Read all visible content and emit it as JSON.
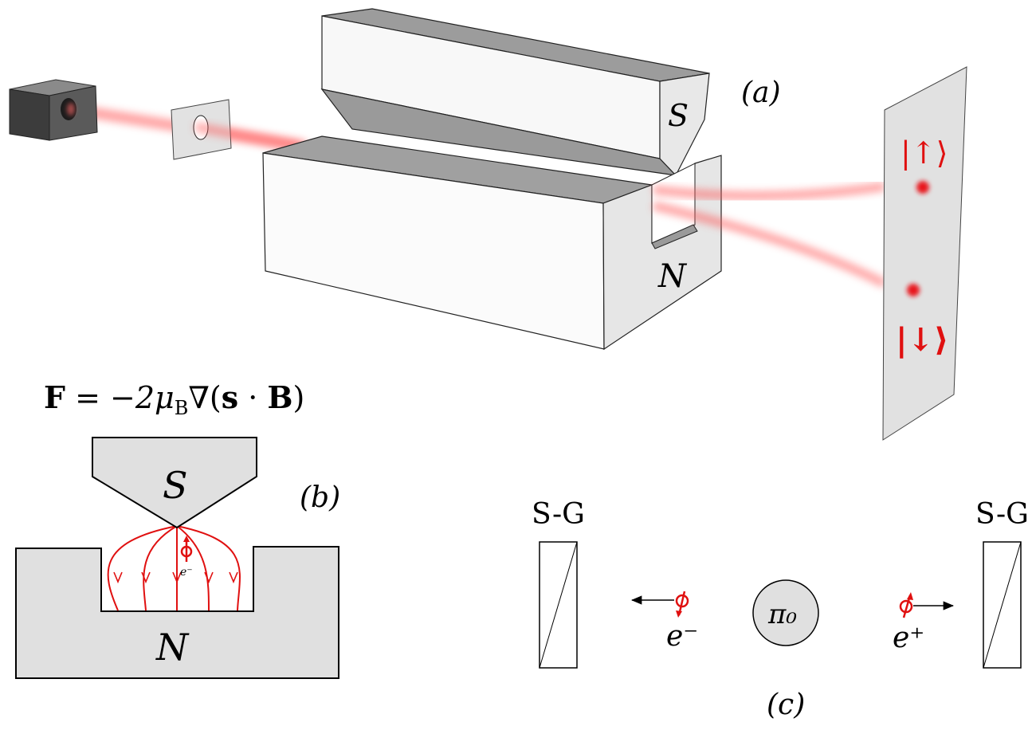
{
  "panel_a": {
    "label": "(a)",
    "magnet_south_label": "S",
    "magnet_north_label": "N",
    "state_up_label": "|↑⟩",
    "state_down_label": "|↓⟩",
    "beam_color": "#ff4a4a",
    "spot_color": "#e8141a"
  },
  "panel_b": {
    "label": "(b)",
    "force_equation": "F = −2μB∇(s · B)",
    "force_F": "F",
    "force_middle": " = −2μ",
    "force_sub": "B",
    "force_grad": "∇(",
    "force_s": "s",
    "force_dot": " · ",
    "force_B": "B",
    "force_close": ")",
    "magnet_south_label": "S",
    "magnet_north_label": "N",
    "electron_label": "e⁻",
    "field_line_color": "#e01010"
  },
  "panel_c": {
    "label": "(c)",
    "detector_left_label": "S-G",
    "detector_right_label": "S-G",
    "pion_label": "π₀",
    "electron_label": "e⁻",
    "positron_label": "e⁺",
    "spin_color": "#e01010"
  },
  "colors": {
    "magnet_face_light": "#f7f7f7",
    "magnet_face_mid": "#e4e4e4",
    "magnet_face_dark": "#9a9a9a",
    "panel_fill": "#e0e0e0",
    "source_box": "#555555"
  }
}
